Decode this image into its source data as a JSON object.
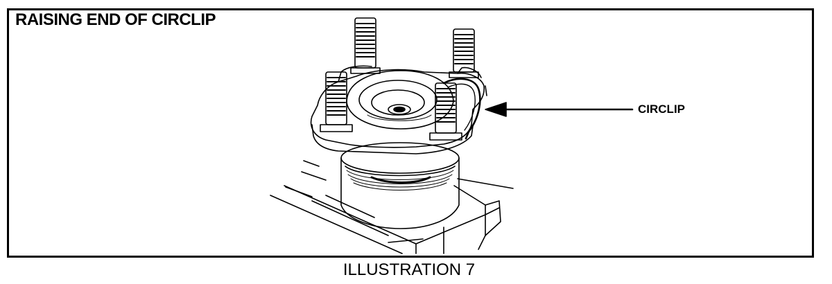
{
  "figure": {
    "title": "RAISING END OF CIRCLIP",
    "callout_label": "CIRCLIP",
    "caption": "ILLUSTRATION 7"
  }
}
